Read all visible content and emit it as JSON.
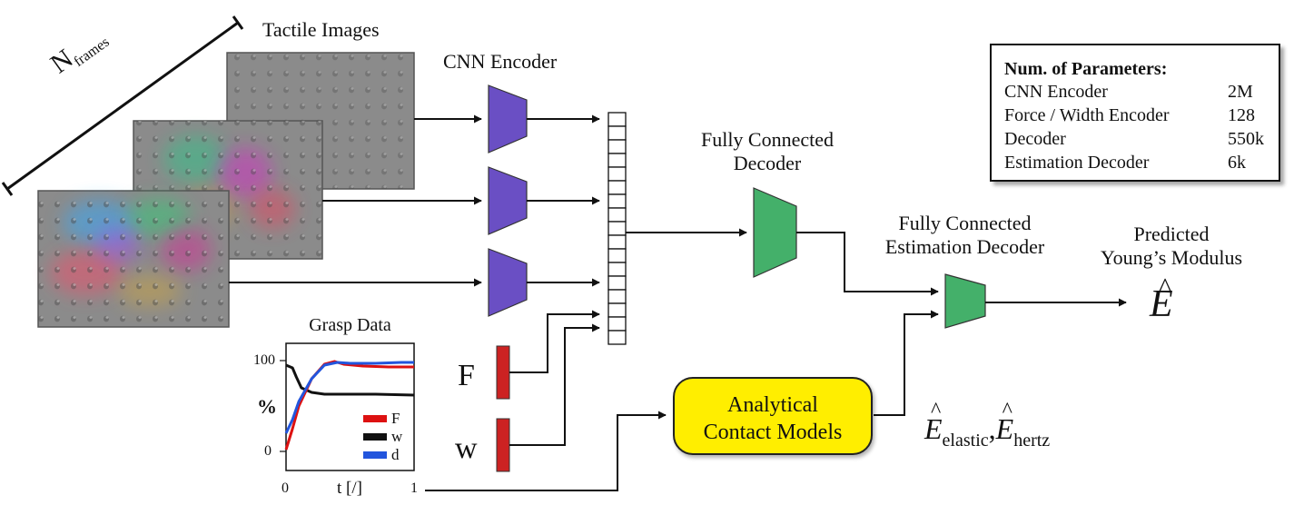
{
  "labels": {
    "tactile_images": "Tactile Images",
    "n": "N",
    "n_sub": "frames",
    "cnn_encoder": "CNN Encoder",
    "fc_decoder_line1": "Fully Connected",
    "fc_decoder_line2": "Decoder",
    "fc_est_line1": "Fully Connected",
    "fc_est_line2": "Estimation Decoder",
    "predicted_line1": "Predicted",
    "predicted_line2": "Young’s Modulus",
    "e_hat": "E",
    "e_elastic_sub": "elastic",
    "comma": ",",
    "e_hertz_sub": "hertz",
    "f": "F",
    "w": "w",
    "contact_line1": "Analytical",
    "contact_line2": "Contact  Models"
  },
  "params": {
    "title": "Num. of Parameters:",
    "rows": [
      {
        "name": "CNN Encoder",
        "value": "2M"
      },
      {
        "name": "Force / Width Encoder",
        "value": "128"
      },
      {
        "name": "Decoder",
        "value": "550k"
      },
      {
        "name": "Estimation Decoder",
        "value": "6k"
      }
    ]
  },
  "grasp_chart": {
    "title": "Grasp Data",
    "ylabel": "%",
    "xlabel": "t [/]",
    "ytick_top": "100",
    "ytick_bottom": "0",
    "xtick_left": "0",
    "xtick_right": "1",
    "legend": [
      "F",
      "w",
      "d"
    ]
  },
  "chart_data": {
    "type": "line",
    "title": "Grasp Data",
    "xlabel": "t [/]",
    "ylabel": "%",
    "xlim": [
      0,
      1
    ],
    "ylim": [
      -20,
      120
    ],
    "legend_position": "bottom-right",
    "series": [
      {
        "name": "F",
        "color": "#dd1111",
        "x": [
          0,
          0.05,
          0.1,
          0.2,
          0.3,
          0.38,
          0.45,
          0.6,
          0.8,
          1.0
        ],
        "y": [
          2,
          25,
          50,
          80,
          96,
          99,
          96,
          94,
          93,
          93
        ]
      },
      {
        "name": "w",
        "color": "#111111",
        "x": [
          0,
          0.05,
          0.08,
          0.12,
          0.2,
          0.3,
          0.5,
          0.7,
          1.0
        ],
        "y": [
          95,
          92,
          82,
          70,
          65,
          63,
          63,
          63,
          62
        ]
      },
      {
        "name": "d",
        "color": "#2255dd",
        "x": [
          0,
          0.05,
          0.1,
          0.2,
          0.3,
          0.4,
          0.5,
          0.7,
          0.9,
          1.0
        ],
        "y": [
          20,
          35,
          55,
          80,
          95,
          98,
          97,
          97,
          98,
          98
        ]
      }
    ]
  }
}
